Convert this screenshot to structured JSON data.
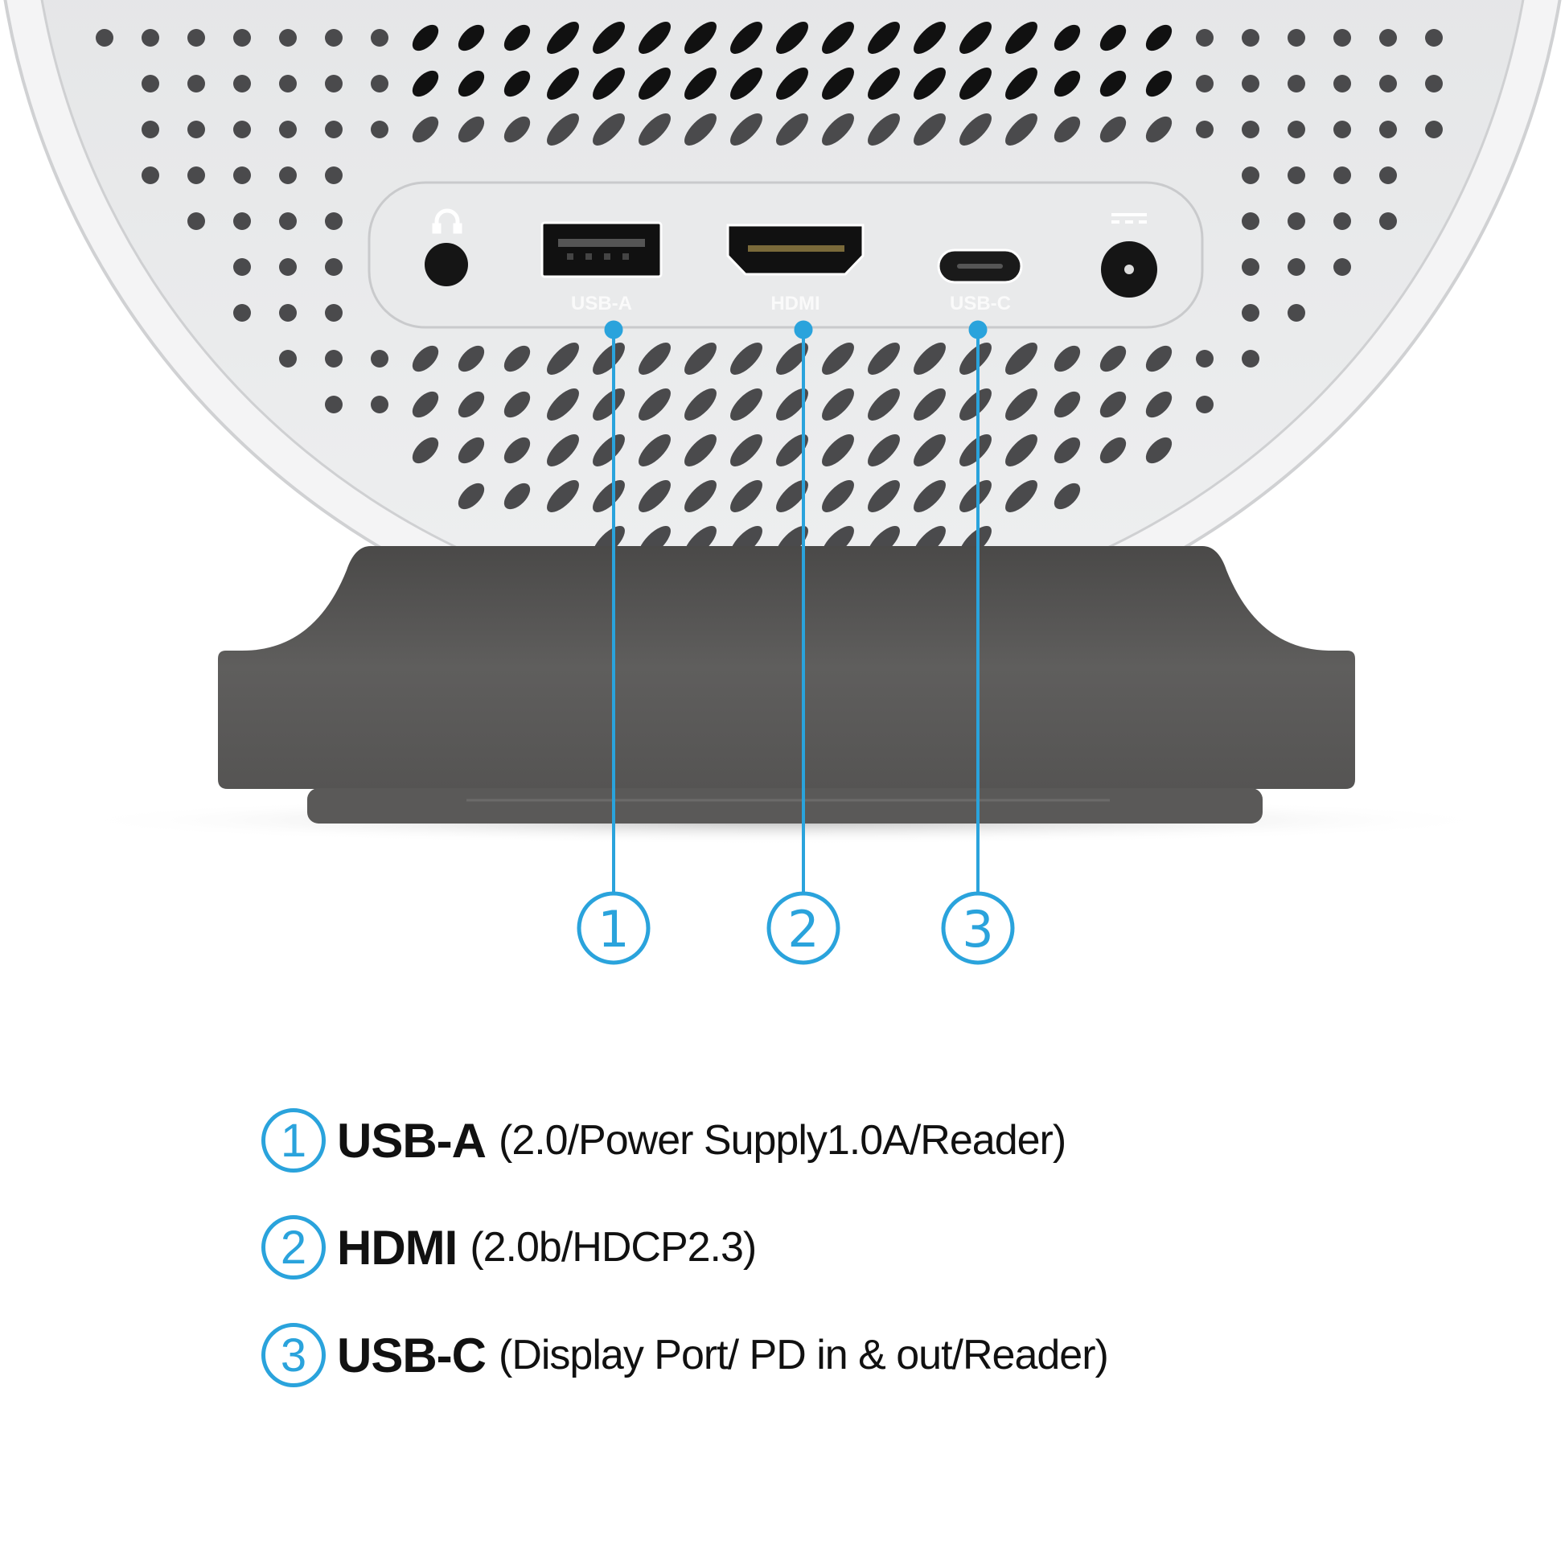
{
  "device": {
    "port_labels": [
      "USB-A",
      "HDMI",
      "USB-C"
    ],
    "icons": [
      "headphone-icon",
      "dc-power-icon"
    ],
    "callout_numbers": [
      "1",
      "2",
      "3"
    ]
  },
  "legend": [
    {
      "number": "1",
      "name": "USB-A",
      "desc": "(2.0/Power Supply1.0A/Reader)"
    },
    {
      "number": "2",
      "name": "HDMI",
      "desc": "(2.0b/HDCP2.3)"
    },
    {
      "number": "3",
      "name": "USB-C",
      "desc": "(Display Port/ PD in & out/Reader)"
    }
  ],
  "colors": {
    "accent": "#2aa3dc",
    "body": "#e6e7e9",
    "base": "#5a5958"
  }
}
